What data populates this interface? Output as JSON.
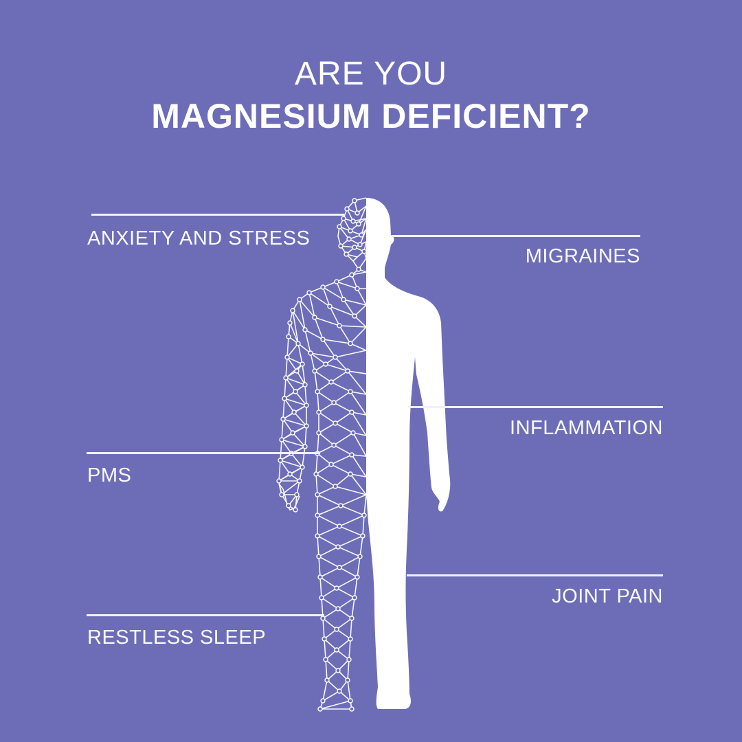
{
  "header": {
    "line1": "ARE YOU",
    "line2": "MAGNESIUM DEFICIENT?"
  },
  "symptoms": {
    "left": [
      {
        "label": "ANXIETY AND STRESS"
      },
      {
        "label": "PMS"
      },
      {
        "label": "RESTLESS SLEEP"
      }
    ],
    "right": [
      {
        "label": "MIGRAINES"
      },
      {
        "label": "INFLAMMATION"
      },
      {
        "label": "JOINT PAIN"
      }
    ]
  },
  "figure": {
    "description": "human body silhouette, left half wireframe mesh, right half solid",
    "icon": "human-body-icon"
  },
  "colors": {
    "background": "#6D6DB7",
    "foreground": "#FFFFFF"
  }
}
